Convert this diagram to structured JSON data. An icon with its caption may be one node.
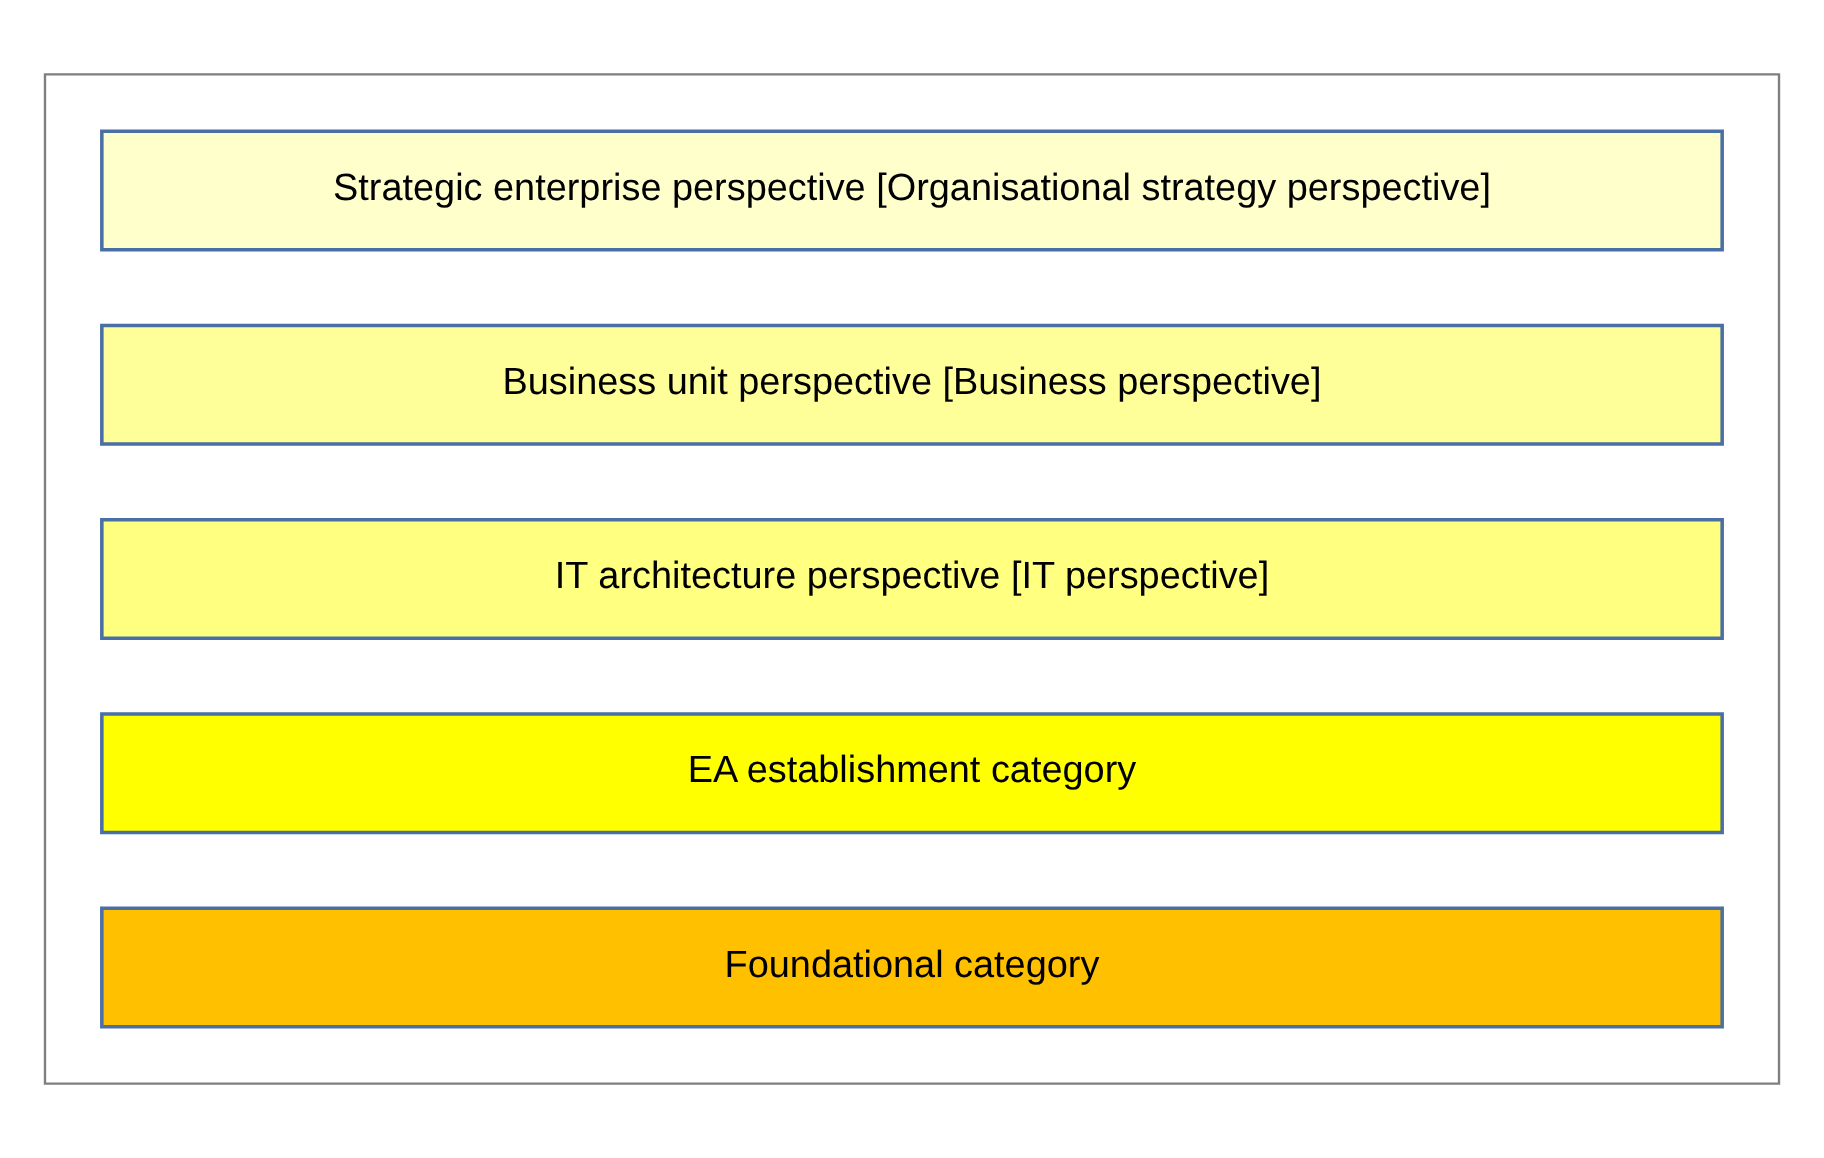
{
  "diagram": {
    "nodes": [
      {
        "text": [],
        "shape": "box"
      },
      {
        "text": [
          "Strategic enterprise perspective [Organisational strategy perspective]"
        ],
        "in": 0
      },
      {
        "text": [
          "Business unit perspective [Business perspective]"
        ],
        "in": 0
      },
      {
        "text": [
          "IT architecture perspective [IT perspective]"
        ],
        "in": 0
      },
      {
        "text": [
          "EA establishment category"
        ],
        "in": 0
      },
      {
        "text": [
          "Foundational category"
        ],
        "in": 0
      }
    ]
  }
}
